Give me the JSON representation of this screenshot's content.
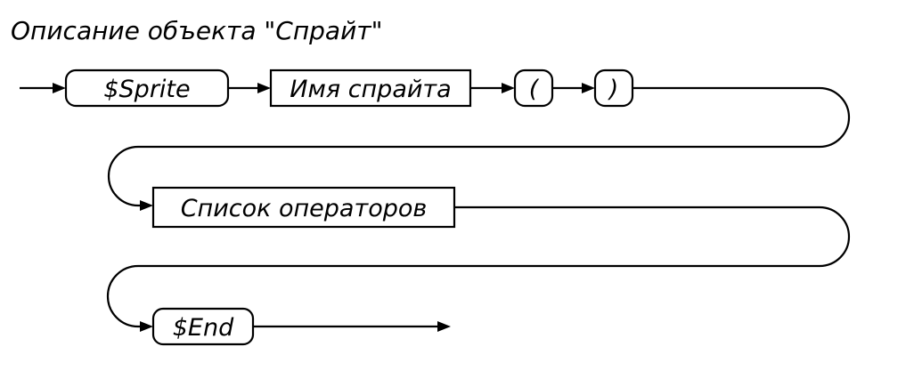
{
  "title": "Описание объекта \"Спрайт\"",
  "nodes": {
    "sprite": "$Sprite",
    "sprite_name": "Имя спрайта",
    "open_paren": "(",
    "close_paren": ")",
    "operator_list": "Список операторов",
    "end": "$End"
  },
  "node_shapes": {
    "sprite": "rounded",
    "sprite_name": "rectangle",
    "open_paren": "rounded",
    "close_paren": "rounded",
    "operator_list": "rectangle",
    "end": "rounded"
  },
  "colors": {
    "line": "#000000",
    "background": "#ffffff"
  }
}
